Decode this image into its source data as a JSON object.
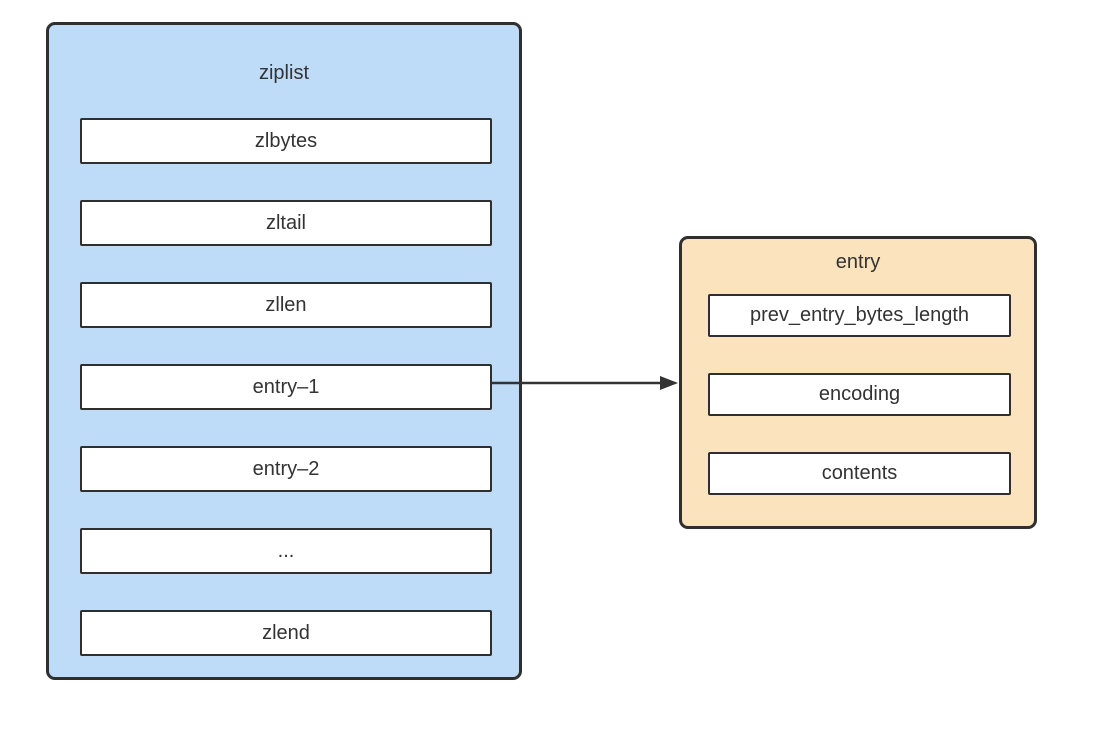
{
  "ziplist": {
    "title": "ziplist",
    "fill_color": "#bedcf8",
    "fields": [
      "zlbytes",
      "zltail",
      "zllen",
      "entry–1",
      "entry–2",
      "...",
      "zlend"
    ]
  },
  "entry": {
    "title": "entry",
    "fill_color": "#fae3bd",
    "fields": [
      "prev_entry_bytes_length",
      "encoding",
      "contents"
    ]
  },
  "connector": {
    "from": "entry–1",
    "to": "entry",
    "color": "#333333"
  },
  "colors": {
    "border": "#2f2f2f",
    "text": "#333333",
    "cell_fill": "#ffffff",
    "background": "#ffffff"
  }
}
